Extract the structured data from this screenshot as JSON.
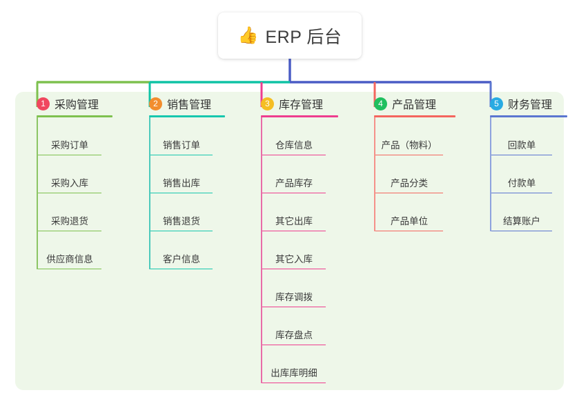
{
  "root": {
    "icon": "thumbs-up-emoji",
    "icon_glyph": "👍",
    "title": "ERP 后台"
  },
  "panel": {
    "background_color": "#eef7e9"
  },
  "connector_colors": {
    "bus_green": "#7EC14F",
    "bus_teal": "#0FC3A5",
    "bus_blue": "#4A5CC5",
    "drop_green": "#7EC14F",
    "drop_teal": "#0FC3A5",
    "drop_pink": "#EE3D8F",
    "drop_red": "#F4655E",
    "drop_blue": "#5B76D0",
    "root_stem": "#4A5CC5"
  },
  "columns": [
    {
      "index": "1",
      "badge_color": "#F0475F",
      "title": "采购管理",
      "rule_color": "#7EC14F",
      "line_color": "#8CC564",
      "items": [
        {
          "label": "采购订单"
        },
        {
          "label": "采购入库"
        },
        {
          "label": "采购退货"
        },
        {
          "label": "供应商信息"
        }
      ]
    },
    {
      "index": "2",
      "badge_color": "#F28D2E",
      "title": "销售管理",
      "rule_color": "#17C7AE",
      "line_color": "#4CC9BB",
      "items": [
        {
          "label": "销售订单"
        },
        {
          "label": "销售出库"
        },
        {
          "label": "销售退货"
        },
        {
          "label": "客户信息"
        }
      ]
    },
    {
      "index": "3",
      "badge_color": "#F5BE23",
      "title": "库存管理",
      "rule_color": "#EE3D8F",
      "line_color": "#E86CA8",
      "items": [
        {
          "label": "仓库信息"
        },
        {
          "label": "产品库存"
        },
        {
          "label": "其它出库"
        },
        {
          "label": "其它入库"
        },
        {
          "label": "库存调拨"
        },
        {
          "label": "库存盘点"
        },
        {
          "label": "出库库明细"
        }
      ]
    },
    {
      "index": "4",
      "badge_color": "#1FBF5F",
      "title": "产品管理",
      "rule_color": "#F4655E",
      "line_color": "#F59089",
      "items": [
        {
          "label": "产品（物料）"
        },
        {
          "label": "产品分类"
        },
        {
          "label": "产品单位"
        }
      ]
    },
    {
      "index": "5",
      "badge_color": "#29ABE2",
      "title": "财务管理",
      "rule_color": "#5B76D0",
      "line_color": "#8EA3DE",
      "items": [
        {
          "label": "回款单"
        },
        {
          "label": "付款单"
        },
        {
          "label": "结算账户"
        }
      ]
    }
  ]
}
